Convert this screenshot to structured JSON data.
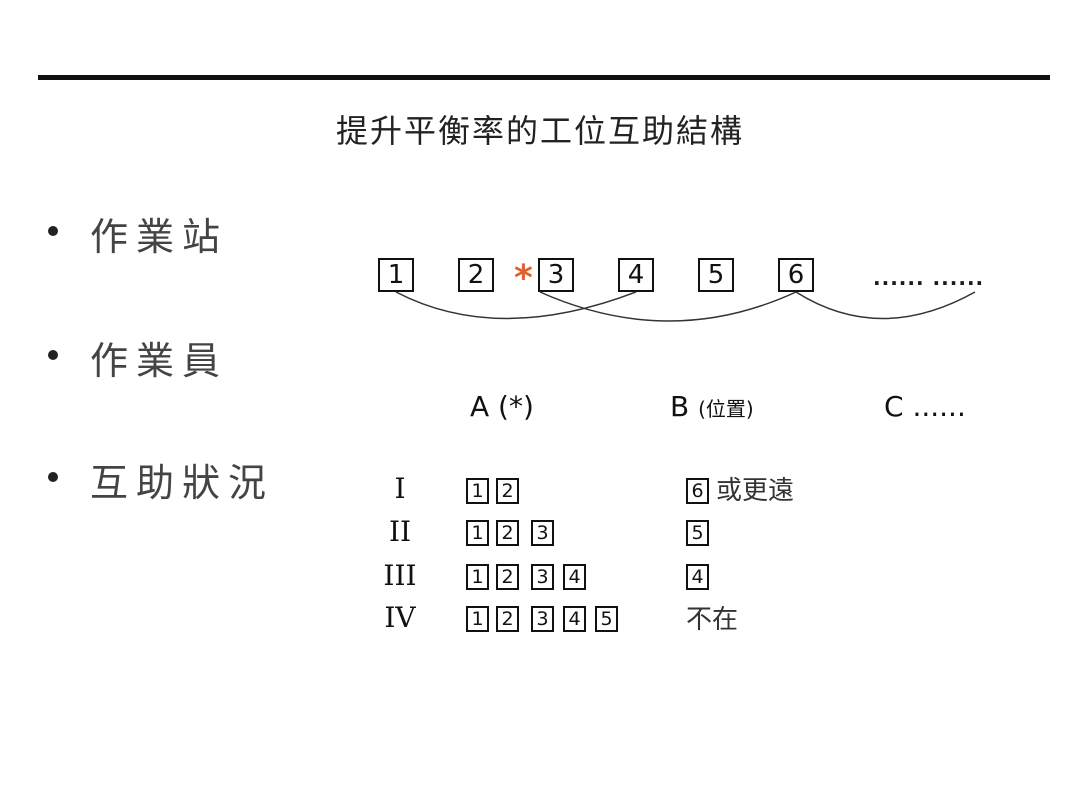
{
  "title": "提升平衡率的工位互助結構",
  "bullets": [
    "作業站",
    "作業員",
    "互助狀況"
  ],
  "stations": [
    "1",
    "2",
    "3",
    "4",
    "5",
    "6"
  ],
  "stations_more": "...... ......",
  "marker": "*",
  "workers": {
    "a": "A (*)",
    "b_letter": "B ",
    "b_note": "(位置)",
    "c": "C ......"
  },
  "status_rows": [
    {
      "roman": "I",
      "boxes": [
        "1",
        "2"
      ],
      "target_box": "6",
      "target_text": "或更遠"
    },
    {
      "roman": "II",
      "boxes": [
        "1",
        "2",
        "3"
      ],
      "target_box": "5",
      "target_text": ""
    },
    {
      "roman": "III",
      "boxes": [
        "1",
        "2",
        "3",
        "4"
      ],
      "target_box": "4",
      "target_text": ""
    },
    {
      "roman": "IV",
      "boxes": [
        "1",
        "2",
        "3",
        "4",
        "5"
      ],
      "target_box": "",
      "target_text": "不在"
    }
  ],
  "colors": {
    "marker": "#e06030",
    "rule": "#111111"
  }
}
